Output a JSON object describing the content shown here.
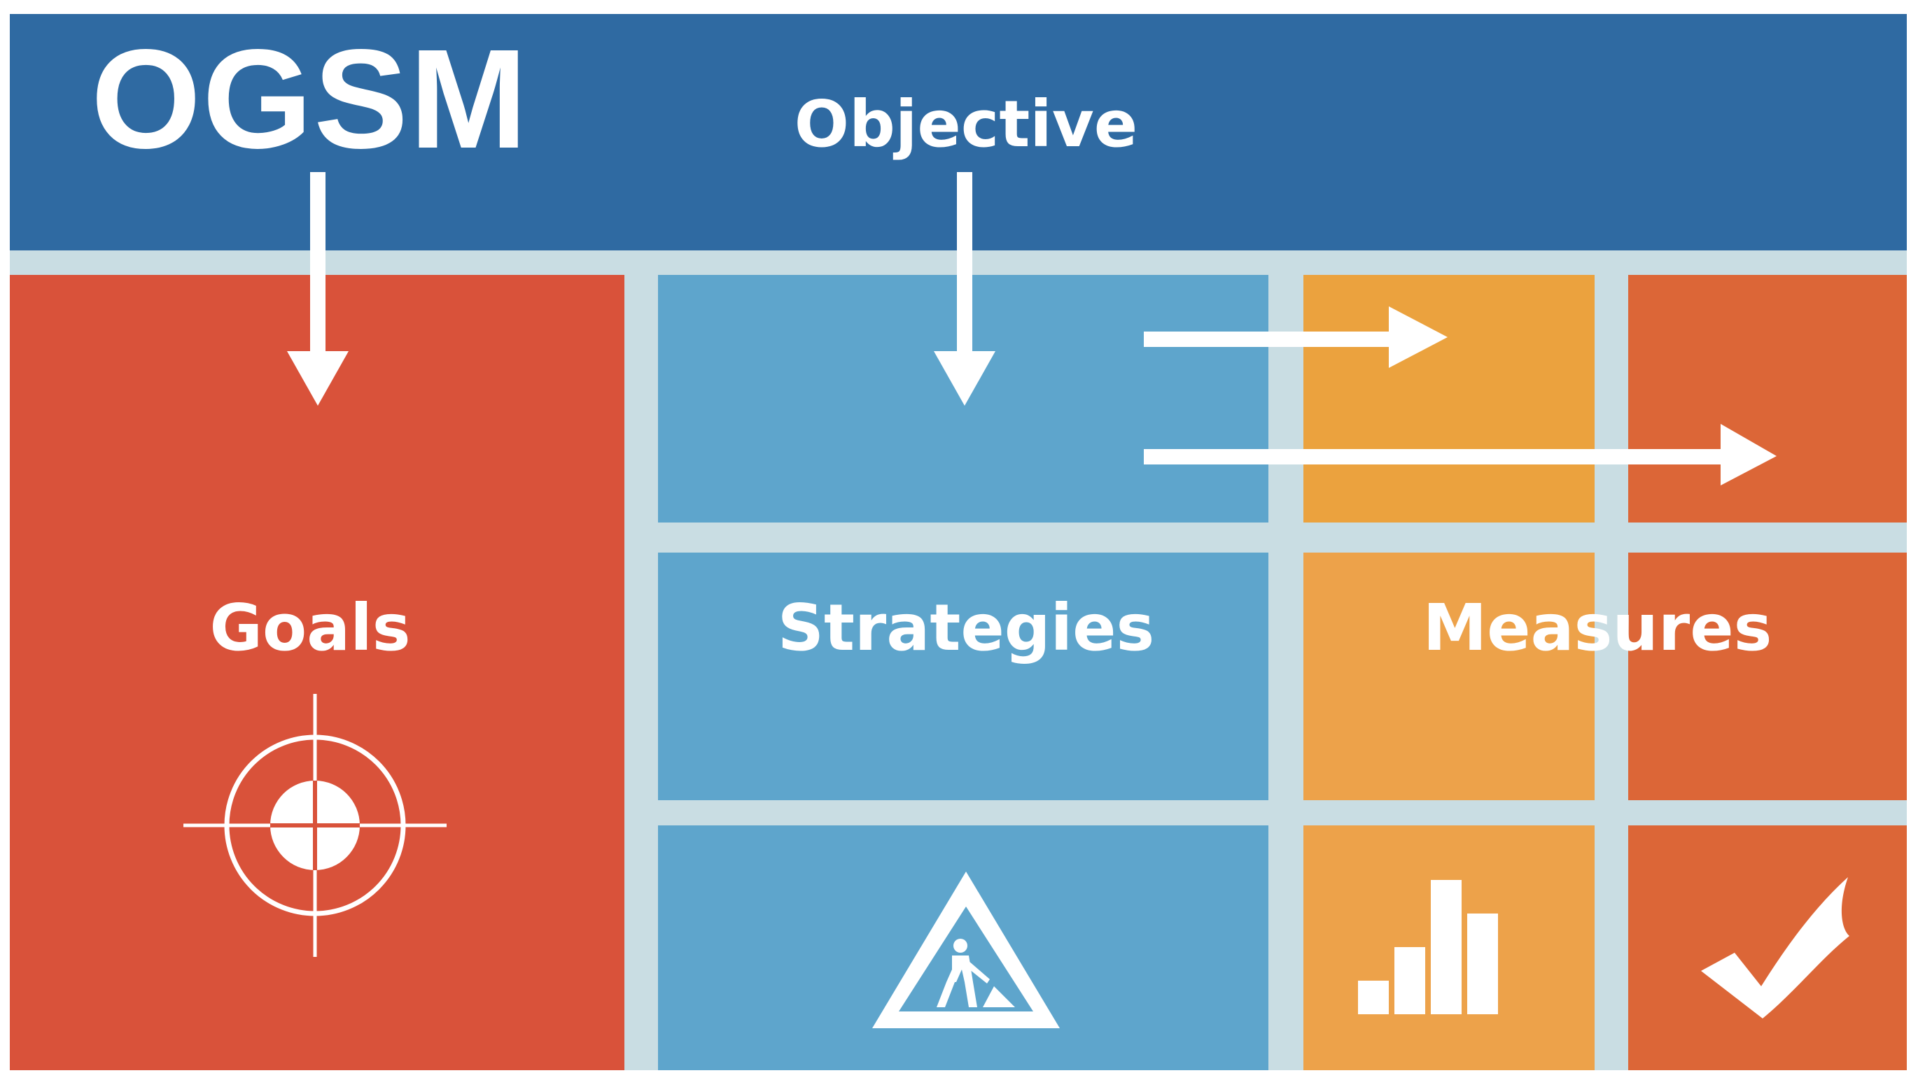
{
  "title": "OGSM",
  "labels": {
    "objective": "Objective",
    "goals": "Goals",
    "strategies": "Strategies",
    "measures": "Measures"
  },
  "colors": {
    "header_blue": "#2f6aa2",
    "goals_red": "#d9523a",
    "strategies_blue": "#5ea5cc",
    "measures_orange_light": "#eda24a",
    "measures_orange_dark": "#dc6637",
    "grid_background": "#c9dde3",
    "foreground": "#ffffff"
  },
  "icons": {
    "goals": "target-crosshair-icon",
    "strategies": "road-work-warning-icon",
    "measures_chart": "bar-chart-icon",
    "measures_check": "checkmark-icon"
  },
  "bar_chart_values": [
    1,
    2,
    4,
    3
  ]
}
